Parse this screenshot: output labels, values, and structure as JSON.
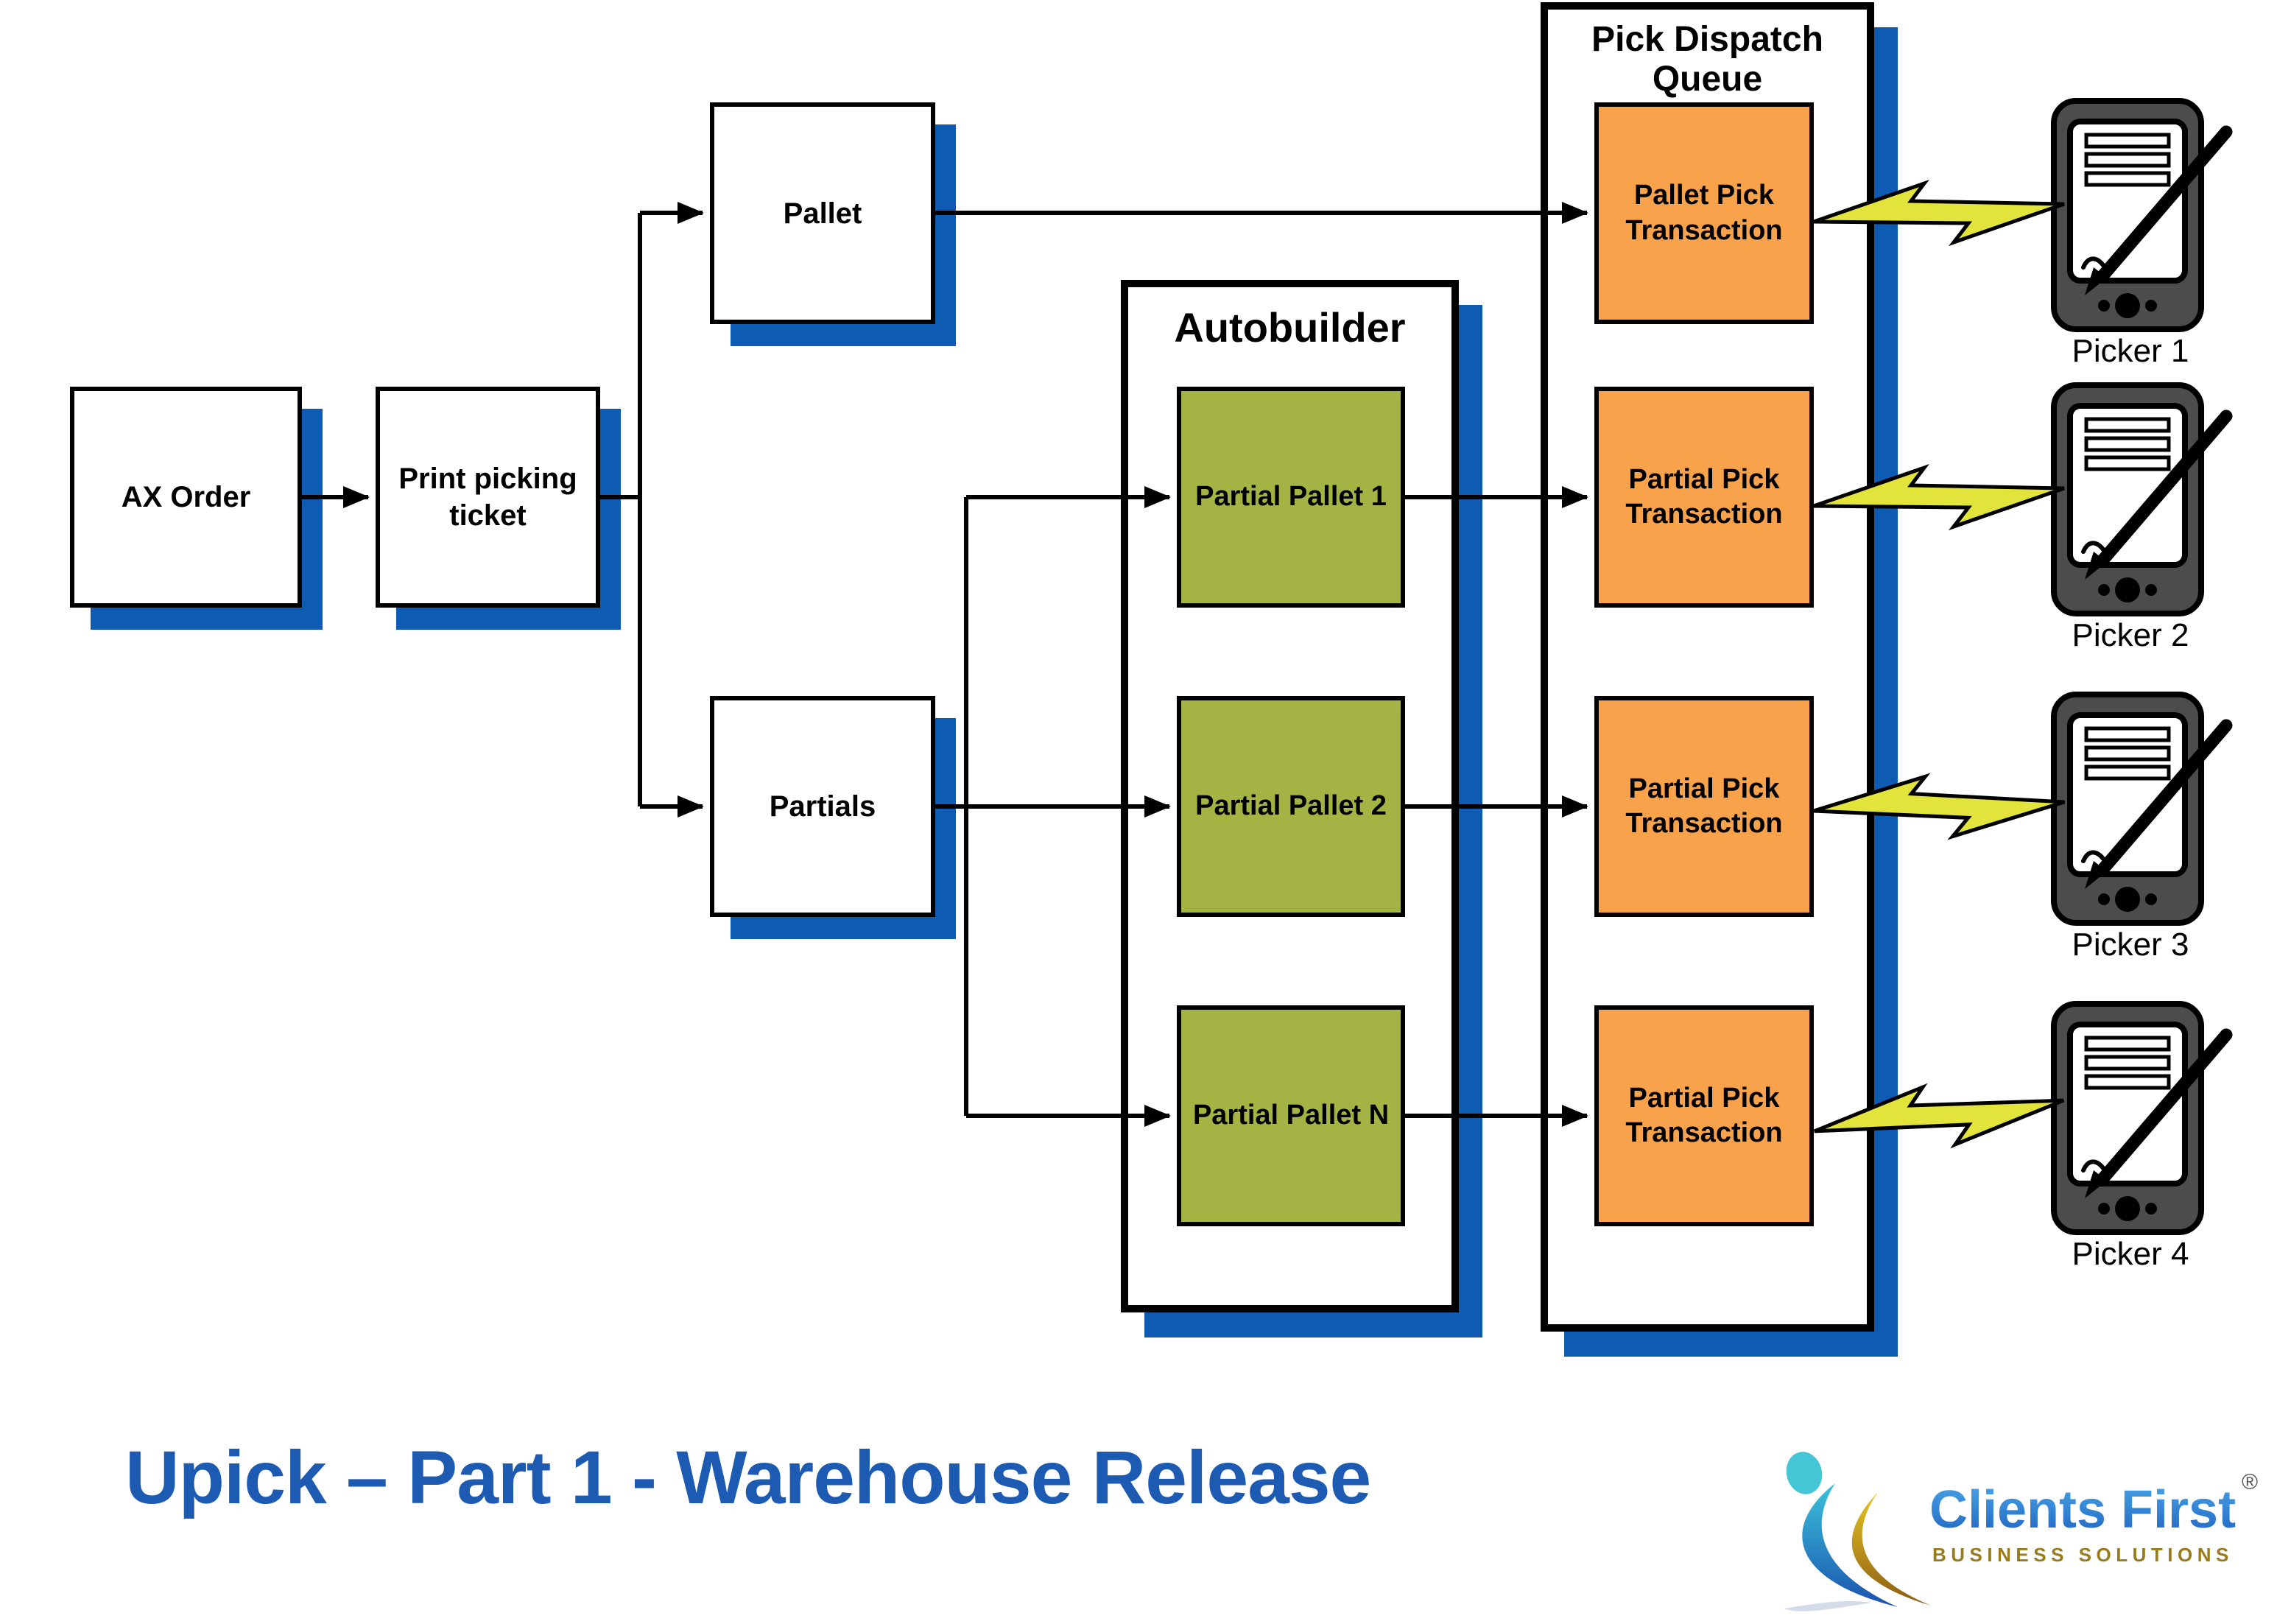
{
  "diagram": {
    "nodes": {
      "ax_order": "AX Order",
      "print_ticket": "Print picking ticket",
      "pallet": "Pallet",
      "partials": "Partials"
    },
    "autobuilder": {
      "title": "Autobuilder",
      "pallets": [
        "Partial Pallet 1",
        "Partial Pallet 2",
        "Partial Pallet N"
      ]
    },
    "dispatch_queue": {
      "title": "Pick Dispatch Queue",
      "transactions": [
        "Pallet Pick Transaction",
        "Partial Pick Transaction",
        "Partial Pick Transaction",
        "Partial Pick Transaction"
      ]
    },
    "pickers": {
      "labels": [
        "Picker 1",
        "Picker 2",
        "Picker 3",
        "Picker 4"
      ]
    },
    "colors": {
      "shadow_blue": "#0e5bb3",
      "partial_pallet_green": "#a5b345",
      "transaction_orange": "#f9a24c",
      "lightning_yellow": "#e2e33b",
      "line_black": "#000000",
      "title_blue": "#1d5bb2"
    }
  },
  "footer": {
    "title": "Upick – Part 1  - Warehouse Release"
  },
  "logo": {
    "name": "Clients First",
    "registered": "®",
    "tagline": "BUSINESS SOLUTIONS"
  }
}
